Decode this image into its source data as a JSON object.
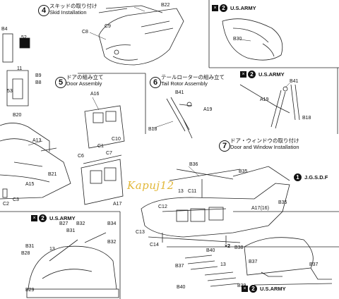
{
  "steps": [
    {
      "num": "4",
      "jp": "スキッドの取り付け",
      "en": "Skid Installation"
    },
    {
      "num": "5",
      "jp": "ドアの組み立て",
      "en": "Door Assembly"
    },
    {
      "num": "6",
      "jp": "テールローターの組み立て",
      "en": "Tail Rotor Assembly"
    },
    {
      "num": "7",
      "jp": "ドア・ウィンドウの取り付け",
      "en": "Door and Window Installation"
    }
  ],
  "badges": {
    "x": "×",
    "two": "2",
    "us_army": "U.S.ARMY",
    "jgsdf_num": "1",
    "jgsdf": "J.G.S.D.F"
  },
  "watermark": "Kapuj12",
  "parts": {
    "b22": "B22",
    "c8": "C8",
    "c9": "C9",
    "b30": "B30",
    "b4": "B4",
    "n52": "52",
    "n11": "11",
    "b9": "B9",
    "b8": "B8",
    "n53": "53",
    "b20": "B20",
    "a16": "A16",
    "c1": "C1",
    "c10": "C10",
    "c7": "C7",
    "c6": "C6",
    "a17": "A17",
    "b41a": "B41",
    "a19a": "A19",
    "b18a": "B18",
    "b41b": "B41",
    "a19b": "A19",
    "b18b": "B18",
    "a13": "A13",
    "b21": "B21",
    "a15": "A15",
    "c2": "C2",
    "c3": "C3",
    "b36": "B36",
    "b35a": "B35",
    "b35b": "B35",
    "n13a": "13",
    "c11": "C11",
    "c12": "C12",
    "a1716": "A17(16)",
    "c13": "C13",
    "c14": "C14",
    "b27": "B27",
    "b32a": "B32",
    "b31a": "B31",
    "b34": "B34",
    "n13b": "13",
    "b32b": "B32",
    "b31b": "B31",
    "b28": "B28",
    "b29": "B29",
    "x2": "×2",
    "b38": "B38",
    "b40a": "B40",
    "b37a": "B37",
    "b37b": "B37",
    "b37c": "B37",
    "n13c": "13",
    "b39": "B39",
    "b40b": "B40"
  }
}
